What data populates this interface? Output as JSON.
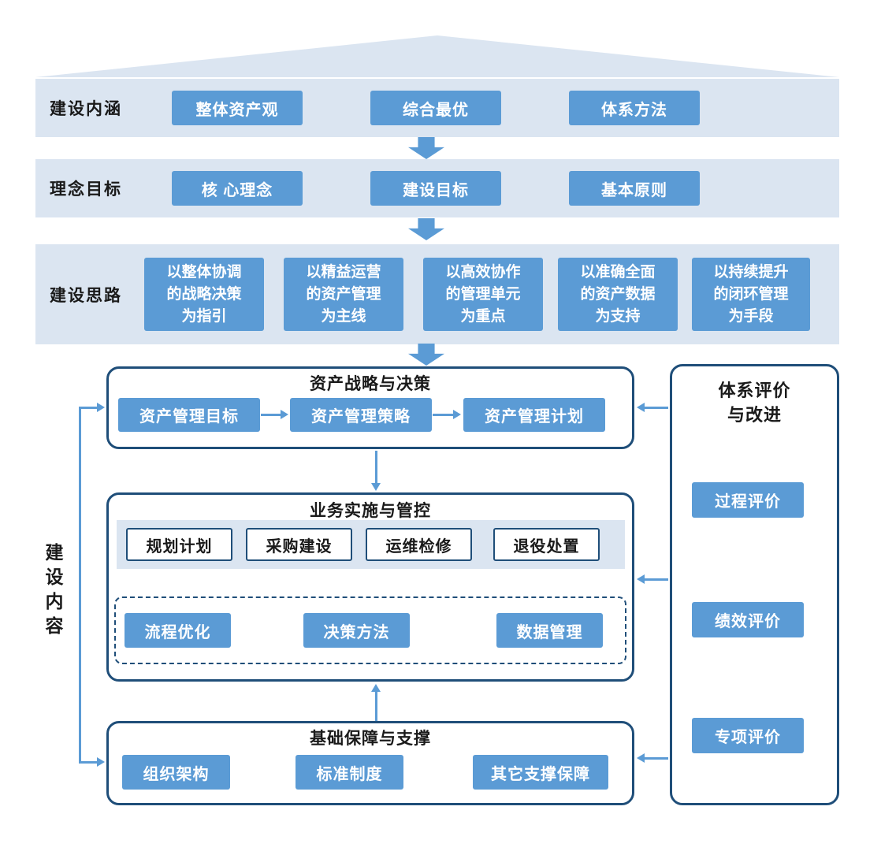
{
  "colors": {
    "band_bg": "#dbe5f1",
    "box_blue": "#5b9bd5",
    "panel_border": "#1f4e79",
    "arrow": "#5b9bd5",
    "text_dark": "#1a1a1a",
    "box_text": "#ffffff"
  },
  "bands": [
    {
      "label": "建设内涵",
      "items": [
        "整体资产观",
        "综合最优",
        "体系方法"
      ]
    },
    {
      "label": "理念目标",
      "items": [
        "核 心理念",
        "建设目标",
        "基本原则"
      ]
    },
    {
      "label": "建设思路",
      "items": [
        "以整体协调\n的战略决策\n为指引",
        "以精益运营\n的资产管理\n为主线",
        "以高效协作\n的管理单元\n为重点",
        "以准确全面\n的资产数据\n为支持",
        "以持续提升\n的闭环管理\n为手段"
      ]
    }
  ],
  "content_label": "建设内容",
  "sections": {
    "strategy": {
      "title": "资产战略与决策",
      "items": [
        "资产管理目标",
        "资产管理策略",
        "资产管理计划"
      ]
    },
    "implementation": {
      "title": "业务实施与管控",
      "lifecycle_items": [
        "规划计划",
        "采购建设",
        "运维检修",
        "退役处置"
      ],
      "support_items": [
        "流程优化",
        "决策方法",
        "数据管理"
      ]
    },
    "foundation": {
      "title": "基础保障与支撑",
      "items": [
        "组织架构",
        "标准制度",
        "其它支撑保障"
      ]
    },
    "evaluation": {
      "title": "体系评价\n与改进",
      "items": [
        "过程评价",
        "绩效评价",
        "专项评价"
      ]
    }
  }
}
